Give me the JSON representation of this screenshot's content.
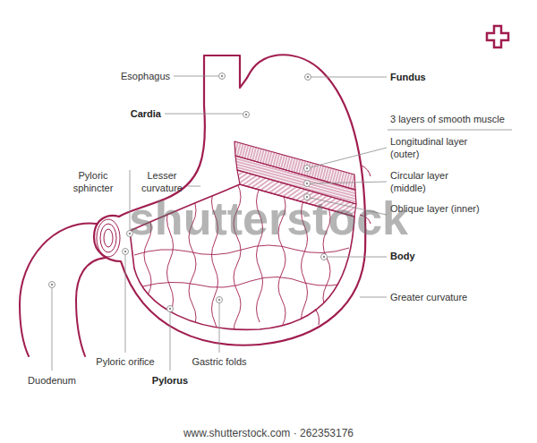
{
  "diagram": {
    "labels": [
      "Esophagus",
      "Fundus",
      "Cardia",
      "3 layers of smooth muscle",
      "Longitudinal layer (outer)",
      "Circular layer (middle)",
      "Oblique layer (inner)",
      "Pyloric sphincter",
      "Lesser curvature",
      "Body",
      "Greater curvature",
      "Pyloric orifice",
      "Gastric folds",
      "Duodenum",
      "Pylorus",
      "shutterstock",
      "www.shutterstock.com · 262353176"
    ]
  }
}
